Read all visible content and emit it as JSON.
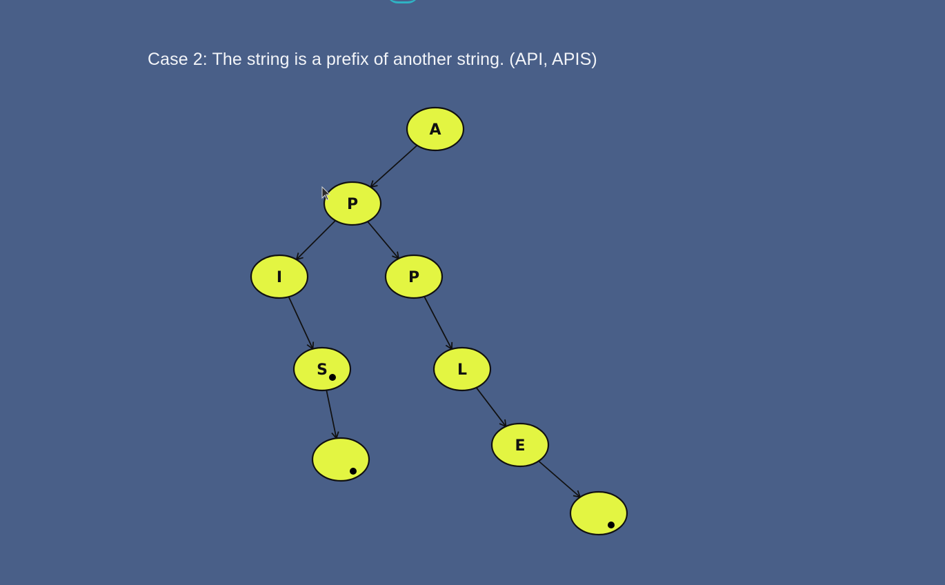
{
  "caption": "Case 2: The string is a prefix of another string. (API, APIS)",
  "colors": {
    "background": "#495f88",
    "node_fill": "#e3f542",
    "node_stroke": "#111111",
    "caption_text": "#f2f4f8",
    "top_arc": "#2fb3c4"
  },
  "nodes": [
    {
      "id": "A",
      "label": "A",
      "end_marker": false
    },
    {
      "id": "P1",
      "label": "P",
      "end_marker": false
    },
    {
      "id": "I",
      "label": "I",
      "end_marker": false
    },
    {
      "id": "P2",
      "label": "P",
      "end_marker": false
    },
    {
      "id": "S",
      "label": "S",
      "end_marker": true
    },
    {
      "id": "L",
      "label": "L",
      "end_marker": false
    },
    {
      "id": "END1",
      "label": "",
      "end_marker": true
    },
    {
      "id": "E",
      "label": "E",
      "end_marker": false
    },
    {
      "id": "END2",
      "label": "",
      "end_marker": true
    }
  ],
  "edges": [
    {
      "from": "A",
      "to": "P1"
    },
    {
      "from": "P1",
      "to": "I"
    },
    {
      "from": "P1",
      "to": "P2"
    },
    {
      "from": "I",
      "to": "S"
    },
    {
      "from": "P2",
      "to": "L"
    },
    {
      "from": "S",
      "to": "END1"
    },
    {
      "from": "L",
      "to": "E"
    },
    {
      "from": "E",
      "to": "END2"
    }
  ]
}
